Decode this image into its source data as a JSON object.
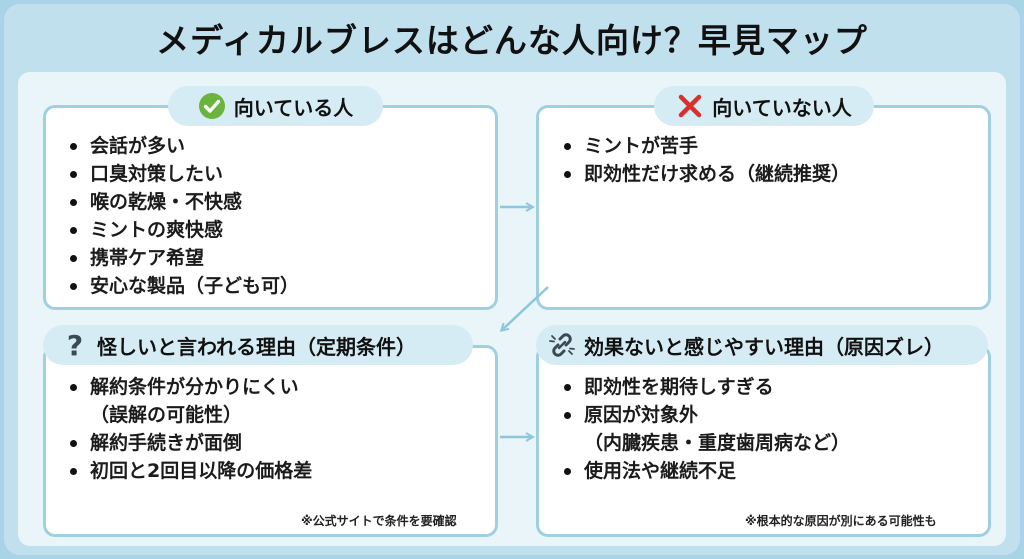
{
  "title": "メディカルブレスはどんな人向け？早見マップ",
  "colors": {
    "background": "#c1e0ee",
    "panel": "#eaf5fa",
    "box_border": "#9fd0e2",
    "pill": "#d6ecf5",
    "check": "#6bb33f",
    "cross": "#d8312b",
    "arrow": "#8ec6dc"
  },
  "suitable": {
    "icon": "check-circle-icon",
    "label": "向いている人",
    "items": [
      "会話が多い",
      "口臭対策したい",
      "喉の乾燥・不快感",
      "ミントの爽快感",
      "携帯ケア希望",
      "安心な製品（子ども可）"
    ]
  },
  "unsuitable": {
    "icon": "cross-icon",
    "label": "向いていない人",
    "items": [
      "ミントが苦手",
      "即効性だけ求める（継続推奨）"
    ]
  },
  "suspicious": {
    "icon": "question-icon",
    "label": "怪しいと言われる理由（定期条件）",
    "items": [
      {
        "text": "解約条件が分かりにくい",
        "sub": "（誤解の可能性）"
      },
      {
        "text": "解約手続きが面倒",
        "sub": ""
      },
      {
        "text": "初回と2回目以降の価格差",
        "sub": ""
      }
    ],
    "note": "※公式サイトで条件を要確認"
  },
  "ineffective": {
    "icon": "broken-link-icon",
    "label": "効果ないと感じやすい理由（原因ズレ）",
    "items": [
      {
        "text": "即効性を期待しすぎる",
        "sub": ""
      },
      {
        "text": "原因が対象外",
        "sub": "（内臓疾患・重度歯周病など）"
      },
      {
        "text": "使用法や継続不足",
        "sub": ""
      }
    ],
    "note": "※根本的な原因が別にある可能性も"
  }
}
